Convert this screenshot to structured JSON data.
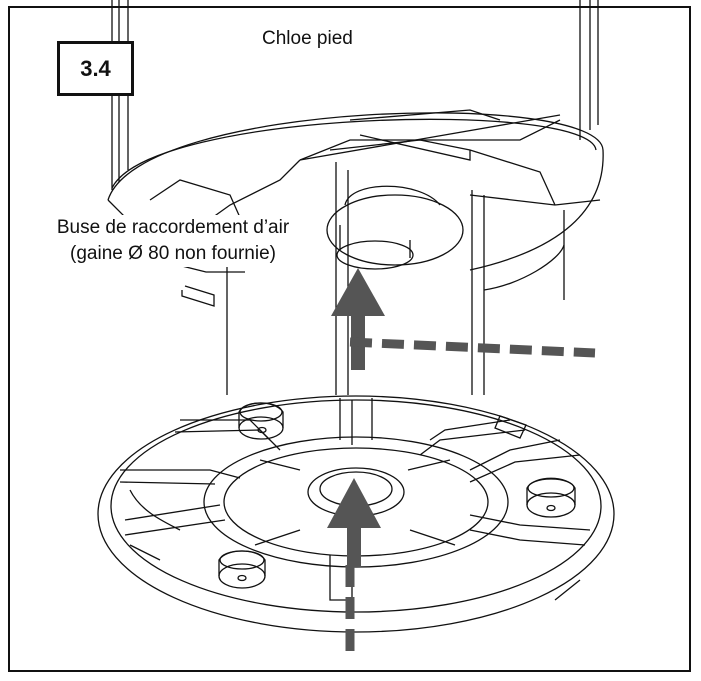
{
  "step": "3.4",
  "title": "Chloe pied",
  "label": {
    "line1": "Buse de raccordement d’air",
    "line2": "(gaine Ø 80 non fournie)"
  },
  "colors": {
    "line": "#111111",
    "arrow": "#555555",
    "background": "#ffffff"
  },
  "icons": [
    "up-arrow-icon",
    "dashed-airflow-icon"
  ]
}
